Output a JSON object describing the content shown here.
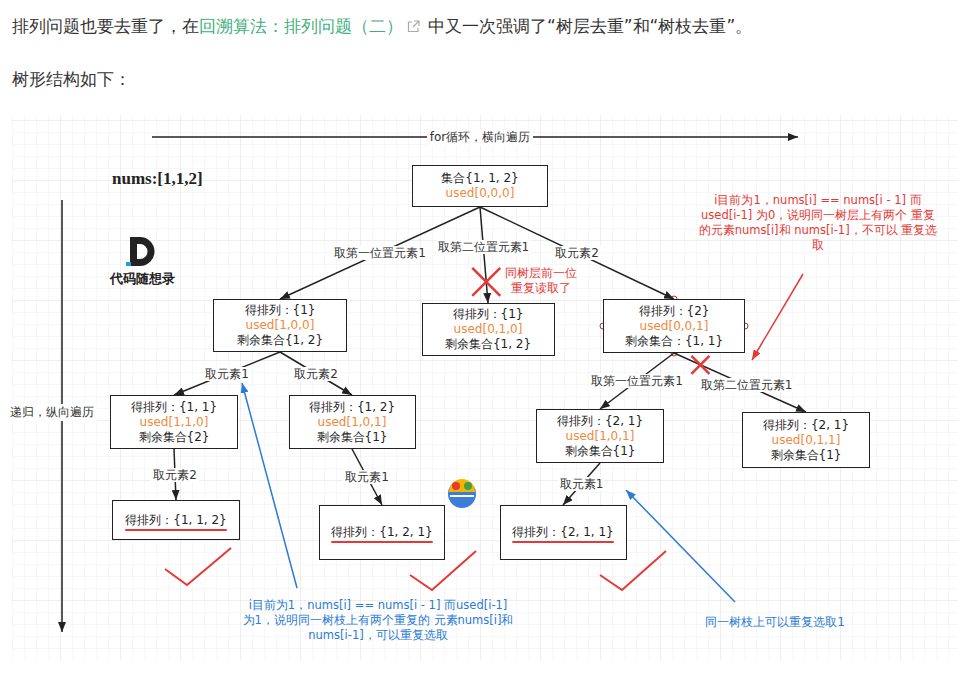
{
  "diagram": {
    "nodes": [
      {
        "text": [
          "集合{1, 1, 2}",
          "used[0,0,0]"
        ]
      },
      {
        "text": [
          "得排列：{1}",
          "used[1,0,0]",
          "剩余集合{1, 2}"
        ]
      },
      {
        "text": [
          "得排列：{1}",
          "used[0,1,0]",
          "剩余集合{1, 2}"
        ]
      },
      {
        "text": [
          "得排列：{2}",
          "used[0,0,1]",
          "剩余集合：{1, 1}"
        ]
      },
      {
        "text": [
          "得排列：{1, 1}",
          "used[1,1,0]",
          "剩余集合{2}"
        ]
      },
      {
        "text": [
          "得排列：{1, 2}",
          "used[1,0,1]",
          "剩余集合{1}"
        ]
      },
      {
        "text": [
          "得排列：{2, 1}",
          "used[1,0,1]",
          "剩余集合{1}"
        ]
      },
      {
        "text": [
          "得排列：{2, 1}",
          "used[0,1,1]",
          "剩余集合{1}"
        ]
      },
      {
        "text": [
          "得排列：{1, 1, 2}"
        ]
      },
      {
        "text": [
          "得排列：{1, 2, 1}"
        ]
      },
      {
        "text": [
          "得排列：{2, 1, 1}"
        ]
      }
    ],
    "edges": [
      {
        "from": 0,
        "to": 1,
        "arrow": "to",
        "label": "取第一位置元素1"
      },
      {
        "from": 0,
        "to": 2,
        "arrow": "to",
        "label": "取第二位置元素1"
      },
      {
        "from": 0,
        "to": 3,
        "arrow": "to",
        "label": "取元素2"
      },
      {
        "from": 1,
        "to": 4,
        "arrow": "to",
        "label": "取元素1"
      },
      {
        "from": 1,
        "to": 5,
        "arrow": "to",
        "label": "取元素2"
      },
      {
        "from": 3,
        "to": 6,
        "arrow": "to",
        "label": "取第一位置元素1"
      },
      {
        "from": 3,
        "to": 7,
        "arrow": "to",
        "label": "取第二位置元素1"
      },
      {
        "from": 4,
        "to": 8,
        "arrow": "to",
        "label": "取元素2"
      },
      {
        "from": 5,
        "to": 9,
        "arrow": "to",
        "label": "取元素1"
      },
      {
        "from": 6,
        "to": 10,
        "arrow": "to",
        "label": "取元素1"
      }
    ],
    "labels": [
      "排列问题也要去重了，在",
      "回溯算法：排列问题（二）",
      "中又一次强调了“树层去重”和“树枝去重”。",
      "树形结构如下：",
      "for循环，横向遍历",
      "nums:[1,1,2]",
      "代码随想录",
      "递归，纵向遍历",
      "同树层前一位 重复读取了",
      "i目前为1，nums[i] == nums[i - 1] 而used[i-1] 为0，说明同一树层上有两个 重复的元素nums[i]和 nums[i-1]，不可以 重复选取",
      "i目前为1，nums[i] == nums[i - 1] 而used[i-1] 为1，说明同一树枝上有两个重复的 元素nums[i]和 nums[i-1]，可以重复选取",
      "同一树枝上可以重复选取1"
    ]
  }
}
